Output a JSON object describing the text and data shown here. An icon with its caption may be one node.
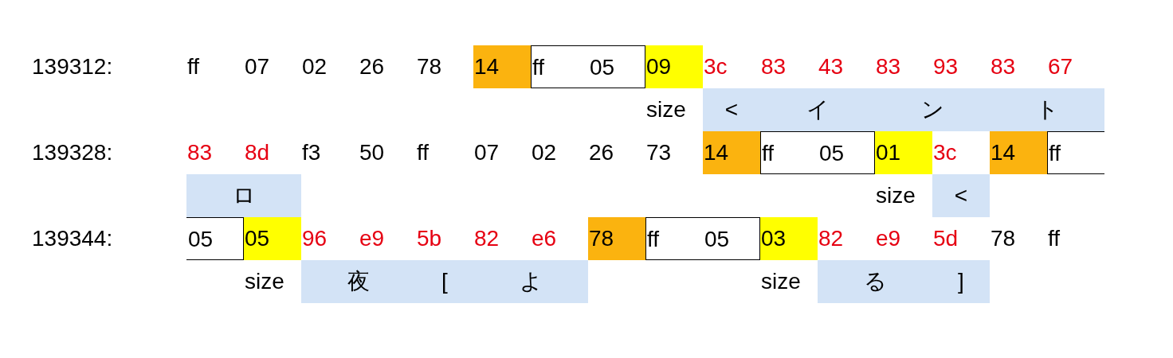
{
  "diagram": {
    "nodes": [
      {
        "text": [
          "14"
        ]
      },
      {
        "text": [
          "ff",
          "05"
        ]
      },
      {
        "text": [
          "09"
        ]
      },
      {
        "text": [
          "<",
          "イ",
          "ン",
          "ト"
        ]
      },
      {
        "text": [
          "14"
        ]
      },
      {
        "text": [
          "ff",
          "05"
        ]
      },
      {
        "text": [
          "01"
        ]
      },
      {
        "text": [
          "14"
        ]
      },
      {
        "text": [
          "ff"
        ]
      },
      {
        "text": [
          "ロ"
        ]
      },
      {
        "text": [
          "<"
        ]
      },
      {
        "text": [
          "05"
        ]
      },
      {
        "text": [
          "05"
        ]
      },
      {
        "text": [
          "78"
        ]
      },
      {
        "text": [
          "ff",
          "05"
        ]
      },
      {
        "text": [
          "03"
        ]
      },
      {
        "text": [
          "夜",
          "[",
          "よ"
        ]
      },
      {
        "text": [
          "る",
          "]"
        ]
      }
    ],
    "labels": [
      "139312:",
      "ff",
      "07",
      "02",
      "26",
      "78",
      "3c",
      "83",
      "43",
      "83",
      "93",
      "83",
      "67",
      "size",
      "139328:",
      "83",
      "8d",
      "f3",
      "50",
      "ff",
      "07",
      "02",
      "26",
      "73",
      "3c",
      "size",
      "139344:",
      "96",
      "e9",
      "5b",
      "82",
      "e6",
      "82",
      "e9",
      "5d",
      "78",
      "ff",
      "size",
      "size"
    ]
  }
}
